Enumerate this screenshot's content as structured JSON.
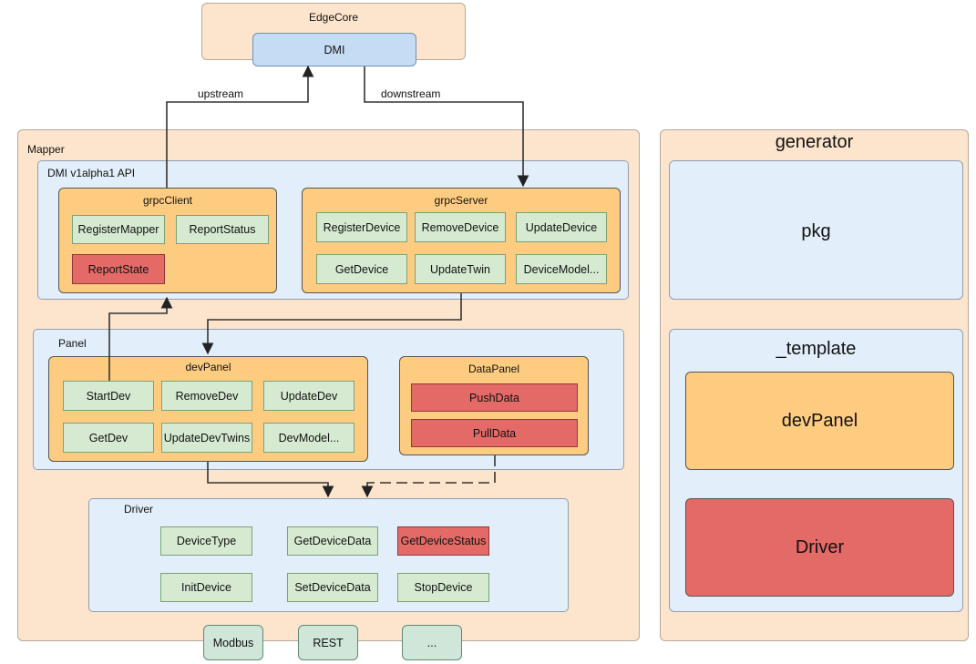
{
  "edgecore": {
    "title": "EdgeCore",
    "dmi": "DMI"
  },
  "arrows": {
    "upstream": "upstream",
    "downstream": "downstream"
  },
  "mapper": {
    "title": "Mapper",
    "dmi_api": {
      "title": "DMI v1alpha1 API",
      "grpc_client": {
        "title": "grpcClient",
        "items": [
          "RegisterMapper",
          "ReportStatus",
          "ReportState"
        ]
      },
      "grpc_server": {
        "title": "grpcServer",
        "items": [
          "RegisterDevice",
          "RemoveDevice",
          "UpdateDevice",
          "GetDevice",
          "UpdateTwin",
          "DeviceModel..."
        ]
      }
    },
    "panel": {
      "title": "Panel",
      "dev_panel": {
        "title": "devPanel",
        "items": [
          "StartDev",
          "RemoveDev",
          "UpdateDev",
          "GetDev",
          "UpdateDevTwins",
          "DevModel..."
        ]
      },
      "data_panel": {
        "title": "DataPanel",
        "items": [
          "PushData",
          "PullData"
        ]
      }
    },
    "driver": {
      "title": "Driver",
      "items": [
        "DeviceType",
        "GetDeviceData",
        "GetDeviceStatus",
        "InitDevice",
        "SetDeviceData",
        "StopDevice"
      ]
    },
    "protocols": [
      "Modbus",
      "REST",
      "..."
    ]
  },
  "generator": {
    "title": "generator",
    "pkg": "pkg",
    "template": "_template",
    "dev_panel": "devPanel",
    "driver": "Driver"
  },
  "colors": {
    "peach": "#fde5cd",
    "light_blue": "#e2eef9",
    "orange": "#fdcc80",
    "green": "#d6ead2",
    "red": "#e36a67",
    "dmi_blue": "#c6dcf4"
  }
}
